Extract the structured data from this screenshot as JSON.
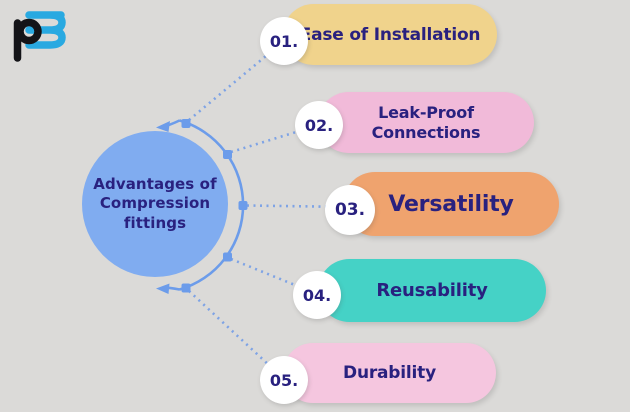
{
  "theme": {
    "background_color": "#DBDAD8",
    "text_color": "#29217F",
    "badge_color": "#FFFFFF"
  },
  "logo": {
    "p_char_color": "#141418",
    "m_char_color": "#29A9E1"
  },
  "center": {
    "fill_color": "#80ACF0",
    "title_lines": [
      "Advantages of",
      "Compression",
      "fittings"
    ]
  },
  "connections": {
    "line_color": "#6C9CEA",
    "dot_color": "#7EA3E5"
  },
  "items": [
    {
      "number": "01.",
      "label": "Ease of Installation",
      "color": "#F0D38C"
    },
    {
      "number": "02.",
      "label_lines": [
        "Leak-Proof",
        "Connections"
      ],
      "color": "#F1BAD9"
    },
    {
      "number": "03.",
      "label": "Versatility",
      "color": "#EFA36E"
    },
    {
      "number": "04.",
      "label": "Reusability",
      "color": "#45D2C6"
    },
    {
      "number": "05.",
      "label": "Durability",
      "color": "#F5C6DF"
    }
  ]
}
